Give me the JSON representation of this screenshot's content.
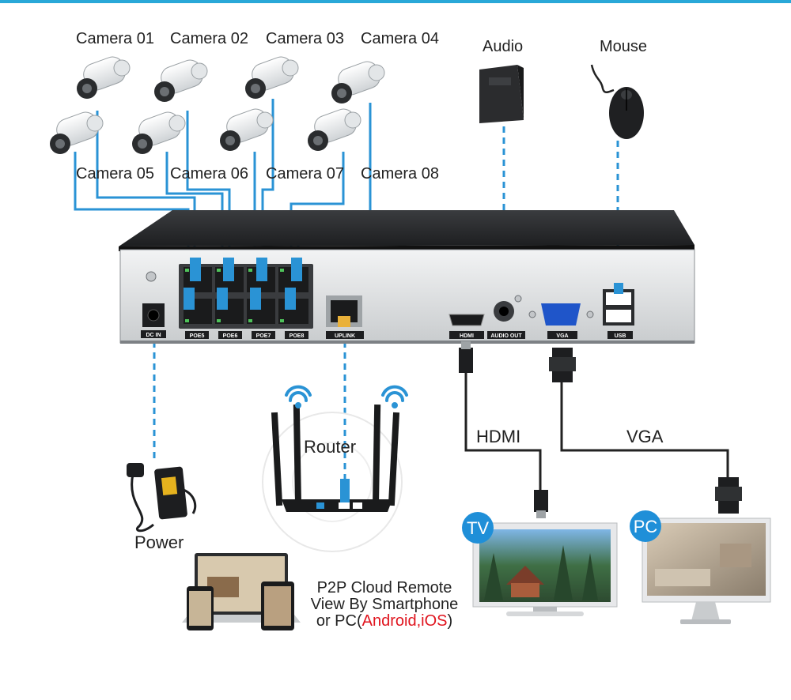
{
  "cameras": {
    "row1": [
      "Camera 01",
      "Camera 02",
      "Camera 03",
      "Camera 04"
    ],
    "row2": [
      "Camera 05",
      "Camera 06",
      "Camera 07",
      "Camera 08"
    ]
  },
  "peripherals": {
    "audio": "Audio",
    "mouse": "Mouse"
  },
  "nvr_ports": {
    "dc_in": "DC IN",
    "poe_bottom": [
      "POE5",
      "POE6",
      "POE7",
      "POE8"
    ],
    "uplink": "UPLINK",
    "hdmi": "HDMI",
    "audio_out": "AUDIO OUT",
    "vga": "VGA",
    "usb": "USB"
  },
  "connections": {
    "hdmi": "HDMI",
    "vga": "VGA",
    "router": "Router",
    "power": "Power"
  },
  "displays": {
    "tv_badge": "TV",
    "pc_badge": "PC"
  },
  "remote": {
    "line1": "P2P Cloud Remote",
    "line2": "View By Smartphone",
    "line3_prefix": "or PC(",
    "line3_highlight": "Android,iOS",
    "line3_suffix": ")"
  },
  "colors": {
    "cable_blue": "#2a93d5",
    "accent_red": "#e0141e",
    "badge_blue": "#1f8fd8",
    "header_line": "#29a8d8"
  }
}
